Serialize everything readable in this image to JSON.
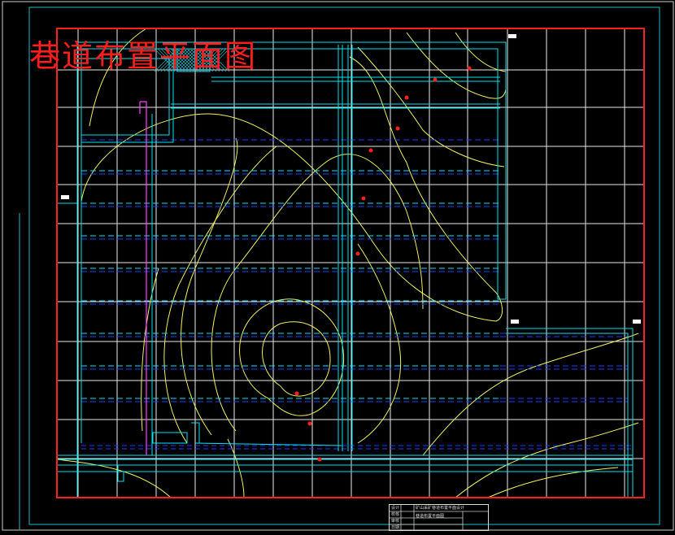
{
  "drawing": {
    "title": "巷道布置平面图",
    "colors": {
      "background": "#000000",
      "boundary": "#ff2020",
      "grid": "#ffffff",
      "roadway": "#00e5ee",
      "road_dashed": "#1e3cff",
      "contour": "#f0f060",
      "borehole": "#ff2020",
      "pipe": "#ff40ff"
    },
    "title_block": {
      "project": "矿山采矿巷道布置平面设计",
      "sheet": "巷道布置平面图",
      "rows": [
        "设计",
        "校核",
        "审核",
        "日期"
      ]
    }
  }
}
